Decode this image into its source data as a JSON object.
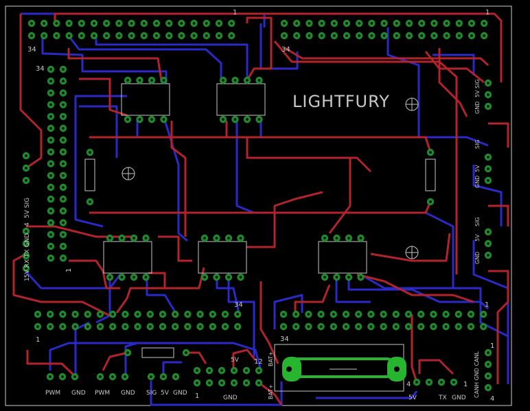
{
  "board": {
    "title": "LIGHTFURY",
    "colors": {
      "background": "#000000",
      "top_trace": "#b3232b",
      "bottom_trace": "#2a2ac8",
      "pad": "#1f8a2a",
      "silkscreen": "#c8c8c8",
      "fuse_body": "#27b52f",
      "outline": "#d0d0d0"
    }
  },
  "headers": {
    "top_left": {
      "pin_first": "1",
      "pin_last": "34"
    },
    "top_right": {
      "pin_first": "1",
      "pin_last": "34"
    },
    "left": {
      "pin_first": "1",
      "pin_last": "34"
    },
    "bottom_left": {
      "pin_first": "1",
      "pin_last": "34"
    },
    "bottom_right": {
      "pin_first": "1",
      "pin_last": "34"
    }
  },
  "left_connector": {
    "pin_1": "1",
    "pin_4": "4",
    "signals": "5V RX TX GND",
    "top_signals": "5V SIG"
  },
  "right_connectors": {
    "conn1": {
      "gnd": "GND",
      "v5": "5V",
      "sig": "SIG"
    },
    "conn2": {
      "gnd": "GND",
      "v5": "5V",
      "sig": "SIG"
    },
    "conn3": {
      "gnd": "GND",
      "v5": "5V",
      "sig": "SIG"
    },
    "can": {
      "signals": "CANH GND CANL",
      "pin_1": "1",
      "pin_4": "4"
    }
  },
  "bottom_labels": {
    "pwm1": "PWM",
    "gnd1": "GND",
    "pwm2": "PWM",
    "gnd2": "GND",
    "sig": "SIG",
    "v5": "5V",
    "gnd3": "GND",
    "power_pin_1": "1",
    "power_pin_12": "12",
    "power_5v": "5V",
    "power_gnd": "GND",
    "bat_plus": "BAT+",
    "bat_plus2": "BAT+",
    "uart_pin_4": "4",
    "uart_pin_1": "1",
    "uart_5v": "5V",
    "uart_tx": "TX",
    "uart_gnd": "GND"
  }
}
